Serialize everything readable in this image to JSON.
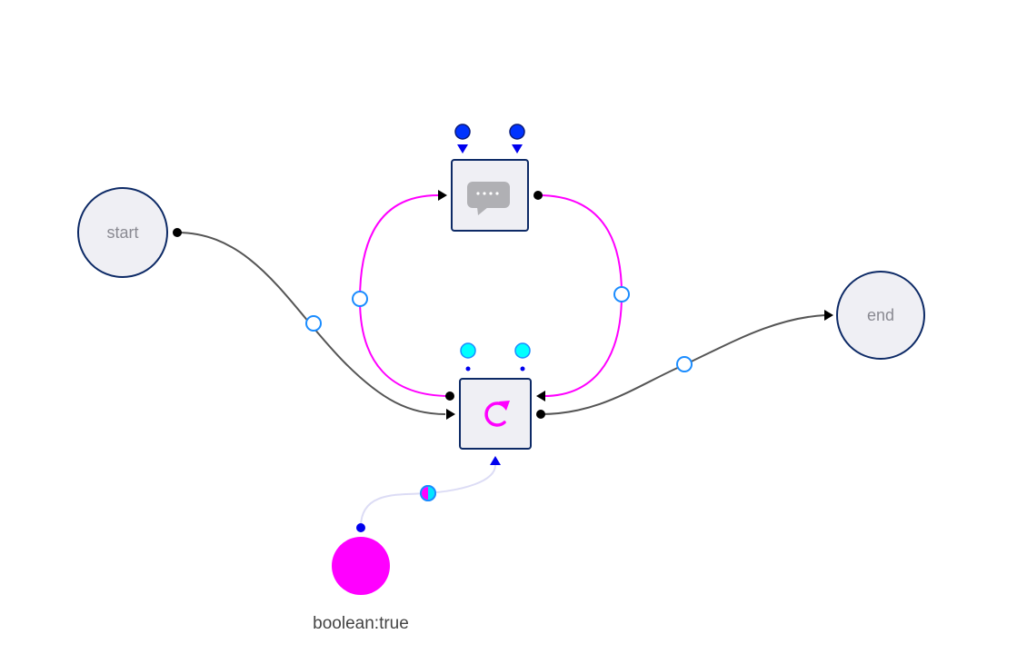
{
  "diagram": {
    "nodes": {
      "start": {
        "label": "start",
        "shape": "circle"
      },
      "end": {
        "label": "end",
        "shape": "circle"
      },
      "message": {
        "icon": "chat-bubble-icon",
        "shape": "box"
      },
      "loop": {
        "icon": "refresh-icon",
        "shape": "box"
      },
      "condition": {
        "label": "boolean:true",
        "shape": "circle"
      }
    },
    "edges": [
      {
        "from": "start",
        "to": "loop",
        "kind": "flow"
      },
      {
        "from": "loop",
        "to": "message",
        "kind": "loop-body"
      },
      {
        "from": "message",
        "to": "loop",
        "kind": "loop-body"
      },
      {
        "from": "loop",
        "to": "end",
        "kind": "flow"
      },
      {
        "from": "condition",
        "to": "loop",
        "kind": "data"
      }
    ],
    "colors": {
      "flow": "#555555",
      "loop_body": "#ff00ff",
      "data": "#dcdcf5",
      "node_fill": "#efeff4",
      "node_border": "#0d2a66",
      "port_input": "#0033ff",
      "port_cyan": "#00ffff",
      "condition_fill": "#ff00ff"
    }
  }
}
